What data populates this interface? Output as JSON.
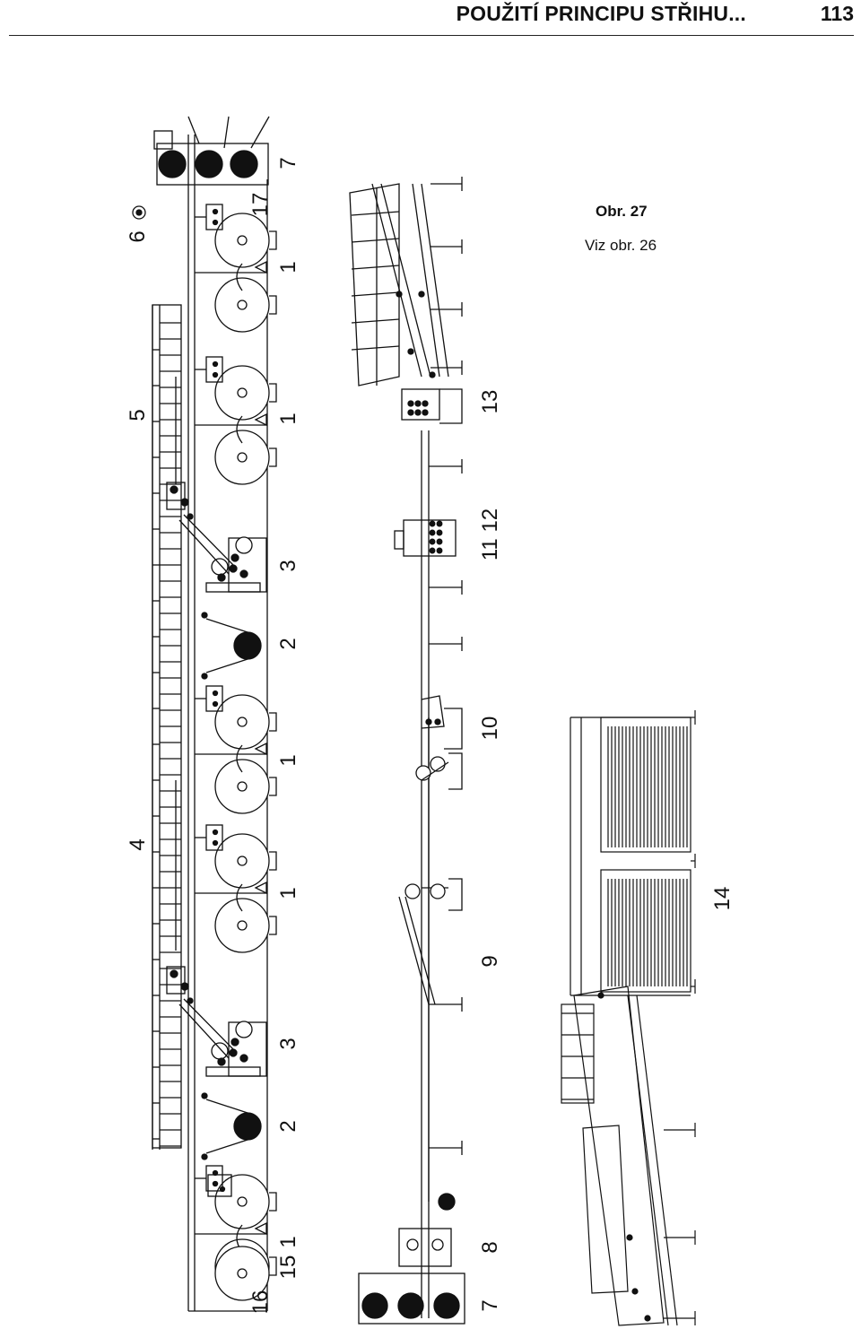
{
  "header": {
    "title": "POUŽITÍ PRINCIPU STŘIHU...",
    "page_number": "113"
  },
  "caption": {
    "title": "Obr. 27",
    "reference": "Viz obr. 26"
  },
  "figure_labels": [
    "6",
    "7",
    "17",
    "1",
    "5",
    "1",
    "3",
    "2",
    "1",
    "4",
    "1",
    "3",
    "2",
    "1",
    "15",
    "16",
    "13",
    "11 12",
    "10",
    "9",
    "8",
    "7",
    "14"
  ],
  "colors": {
    "ink": "#111111",
    "rule": "#222222"
  }
}
